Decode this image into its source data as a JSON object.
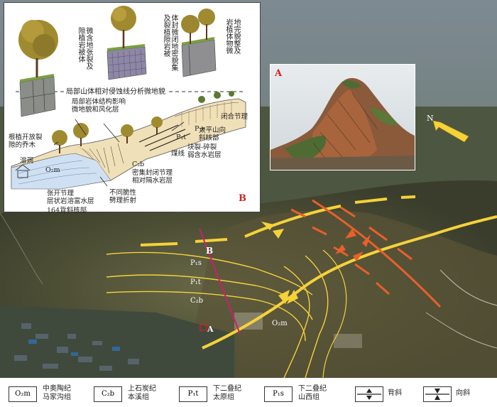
{
  "panel_b": {
    "label": "B",
    "title": "局部山体相对侵蚀线分析微地貌",
    "block1": "微含地张裂及隙植岩被体",
    "block2": "体封微闭地密貌集及裂植隙岩被",
    "block3": "地完貌整及岩植体物微",
    "ann_structure": "局部岩体结构影响\n微地貌和风化层",
    "ann_closed": "闭合节理",
    "ann_syncline": "太平山向\n斜核部",
    "ann_p1s": "P₁s",
    "ann_p1t": "P₁t",
    "ann_coal": "煤线",
    "ann_fracture": "块裂-碎裂\n弱含水岩层",
    "ann_c2b": "C₂b",
    "ann_dense": "密集封闭节理\n相对隔水岩层",
    "ann_trees": "根植开放裂\n隙的乔木",
    "ann_karst": "溶洞",
    "ann_o2m": "O₂m",
    "ann_open": "张开节理\n层状岩溶富水层",
    "ann_anticline": "164背斜核部",
    "ann_refract": "不同脆性\n劈理折射"
  },
  "panel_a": {
    "label": "A"
  },
  "map": {
    "north": "N",
    "section_label": "B",
    "point_label": "A",
    "unit_p1s": "P₁s",
    "unit_p1t": "P₁t",
    "unit_c2b": "C₂b",
    "unit_o2m": "O₂m"
  },
  "legend": [
    {
      "symbol": "O₂m",
      "name": "中奥陶纪\n马家沟组"
    },
    {
      "symbol": "C₂b",
      "name": "上石炭纪\n本溪组"
    },
    {
      "symbol": "P₁t",
      "name": "下二叠纪\n太原组"
    },
    {
      "symbol": "P₁s",
      "name": "下二叠纪\n山西组"
    },
    {
      "symbol": "anticline",
      "name": "背斜"
    },
    {
      "symbol": "syncline",
      "name": "向斜"
    }
  ],
  "colors": {
    "strata_yellow": "#f5d23a",
    "fault_orange": "#e8602a",
    "section_magenta": "#cc1f6e",
    "label_red": "#d22020"
  }
}
